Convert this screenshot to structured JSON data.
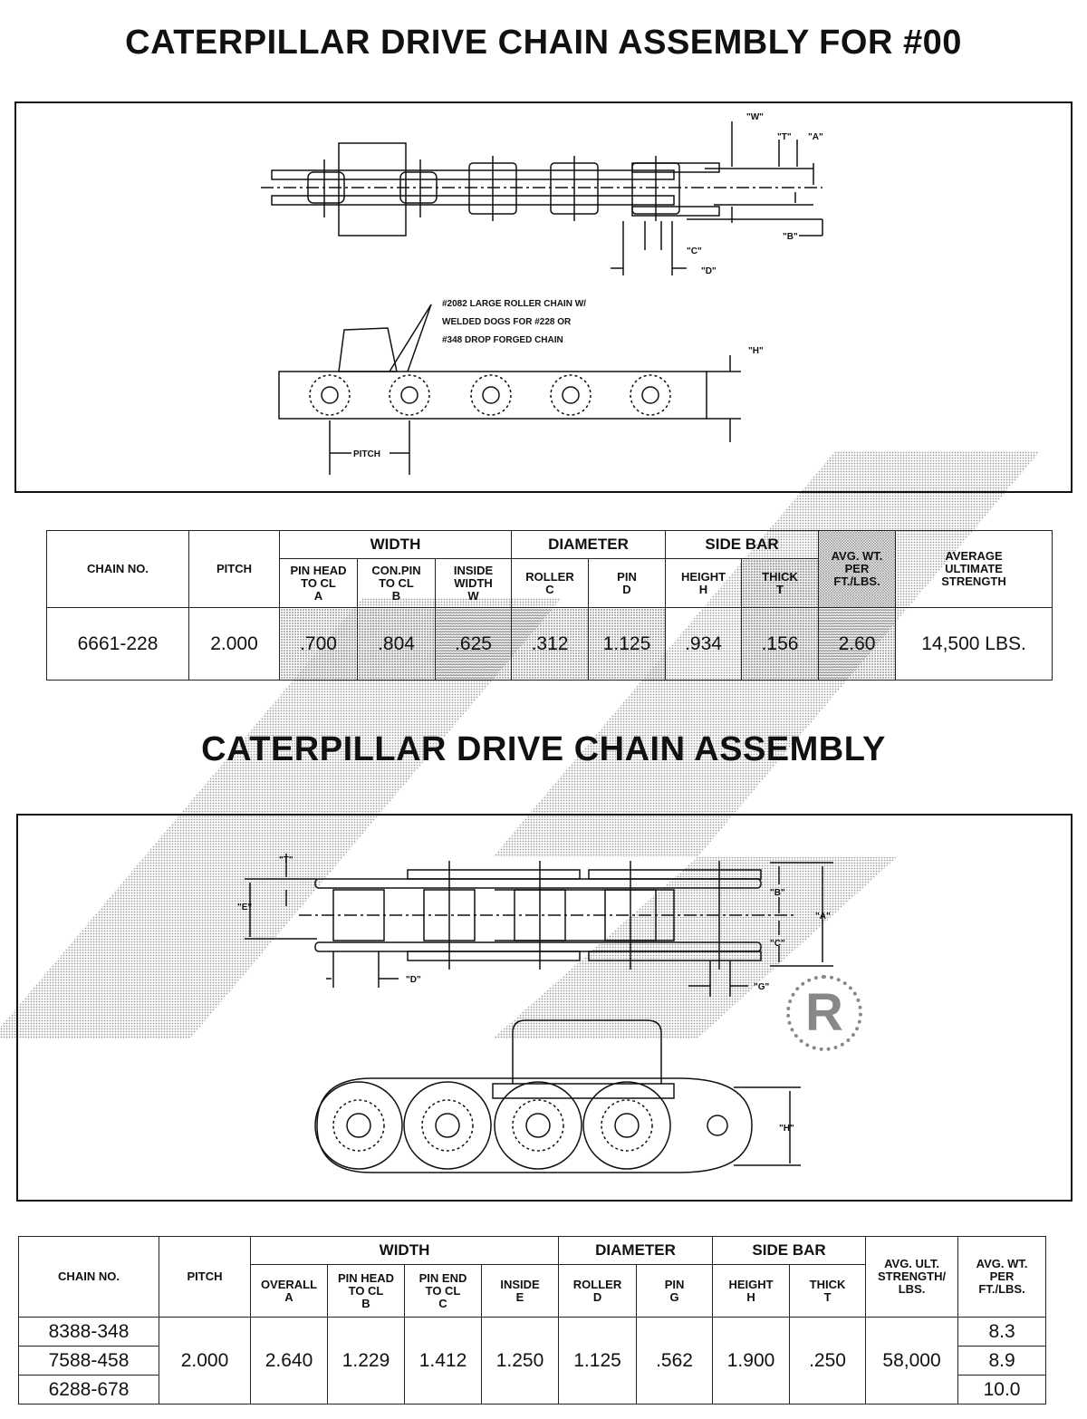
{
  "title_top": "CATERPILLAR DRIVE CHAIN ASSEMBLY FOR #00",
  "title_bottom": "CATERPILLAR DRIVE CHAIN ASSEMBLY",
  "diagram1": {
    "dim_w": "\"W\"",
    "dim_t": "\"T\"",
    "dim_a": "\"A\"",
    "dim_b": "\"B\"",
    "dim_c": "\"C\"",
    "dim_d": "\"D\"",
    "dim_h": "\"H\"",
    "pitch": "PITCH",
    "note_line1": "#2082 LARGE ROLLER CHAIN W/",
    "note_line2": "WELDED DOGS FOR #228 OR",
    "note_line3": "#348 DROP FORGED CHAIN"
  },
  "diagram2": {
    "dim_t": "\"T\"",
    "dim_e": "\"E\"",
    "dim_b": "\"B\"",
    "dim_a": "\"A\"",
    "dim_c": "\"C\"",
    "dim_d": "\"D\"",
    "dim_g": "\"G\"",
    "dim_h": "\"H\"",
    "registered_mark": "R"
  },
  "table1": {
    "groups": {
      "width": "WIDTH",
      "diameter": "DIAMETER",
      "side_bar": "SIDE BAR"
    },
    "headers": {
      "chain_no": "CHAIN NO.",
      "pitch": "PITCH",
      "pin_head": [
        "PIN HEAD",
        "TO CL",
        "A"
      ],
      "con_pin": [
        "CON.PIN",
        "TO CL",
        "B"
      ],
      "inside_width": [
        "INSIDE",
        "WIDTH",
        "W"
      ],
      "roller": [
        "ROLLER",
        "C"
      ],
      "pin": [
        "PIN",
        "D"
      ],
      "height": [
        "HEIGHT",
        "H"
      ],
      "thick": [
        "THICK",
        "T"
      ],
      "avg_wt": [
        "AVG. WT.",
        "PER",
        "FT./LBS."
      ],
      "avg_strength": [
        "AVERAGE",
        "ULTIMATE",
        "STRENGTH"
      ]
    },
    "row": {
      "chain_no": "6661-228",
      "pitch": "2.000",
      "pin_head": ".700",
      "con_pin": ".804",
      "inside_width": ".625",
      "roller": ".312",
      "pin": "1.125",
      "height": ".934",
      "thick": ".156",
      "avg_wt": "2.60",
      "strength": "14,500 LBS."
    }
  },
  "table2": {
    "groups": {
      "width": "WIDTH",
      "diameter": "DIAMETER",
      "side_bar": "SIDE BAR"
    },
    "headers": {
      "chain_no": "CHAIN NO.",
      "pitch": "PITCH",
      "overall": [
        "OVERALL",
        "A"
      ],
      "pin_head": [
        "PIN HEAD",
        "TO CL",
        "B"
      ],
      "pin_end": [
        "PIN END",
        "TO CL",
        "C"
      ],
      "inside": [
        "INSIDE",
        "E"
      ],
      "roller": [
        "ROLLER",
        "D"
      ],
      "pin": [
        "PIN",
        "G"
      ],
      "height": [
        "HEIGHT",
        "H"
      ],
      "thick": [
        "THICK",
        "T"
      ],
      "avg_ult": [
        "AVG. ULT.",
        "STRENGTH/",
        "LBS."
      ],
      "avg_wt": [
        "AVG. WT.",
        "PER",
        "FT./LBS."
      ]
    },
    "chain_nos": [
      "8388-348",
      "7588-458",
      "6288-678"
    ],
    "weights": [
      "8.3",
      "8.9",
      "10.0"
    ],
    "shared": {
      "pitch": "2.000",
      "overall": "2.640",
      "pin_head": "1.229",
      "pin_end": "1.412",
      "inside": "1.250",
      "roller": "1.125",
      "pin": ".562",
      "height": "1.900",
      "thick": ".250",
      "strength": "58,000"
    }
  }
}
